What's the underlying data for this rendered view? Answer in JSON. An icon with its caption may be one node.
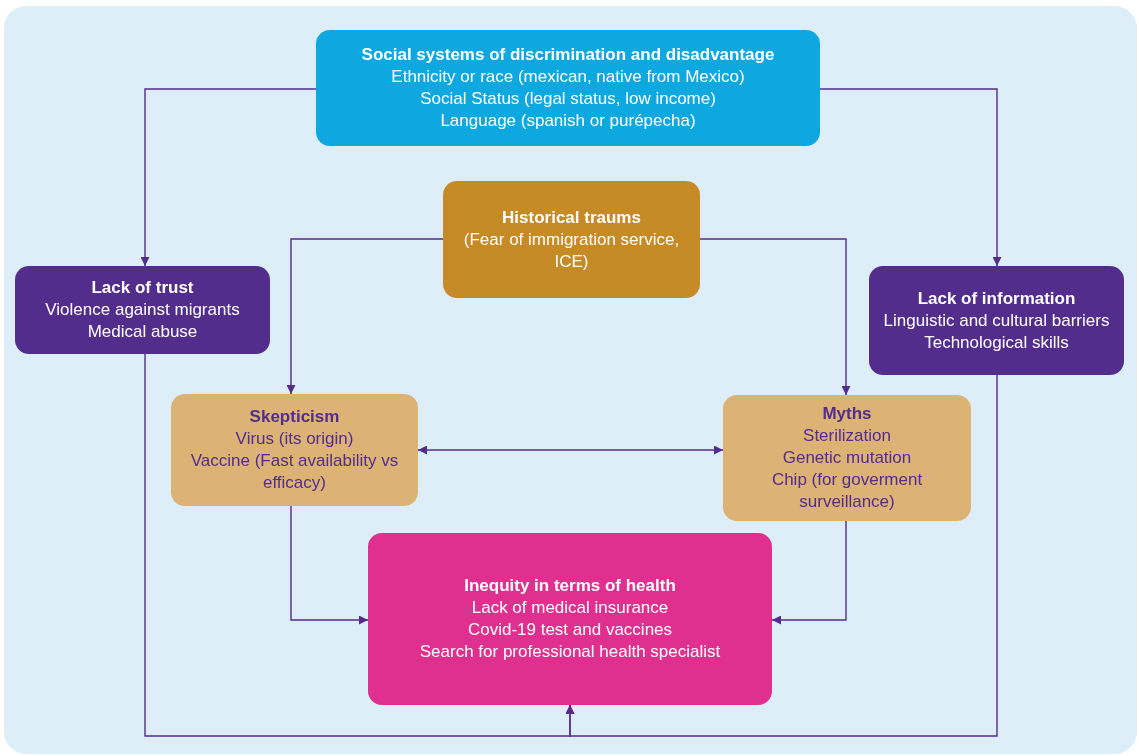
{
  "diagram": {
    "nodes": [
      {
        "text": [
          "Social systems of discrimination and disadvantage",
          "Ethnicity or race (mexican, native from  Mexico)",
          "Social Status (legal status, low income)",
          "Language (spanish or purépecha)"
        ]
      },
      {
        "text": [
          "Historical traums",
          "(Fear of immigration service, ICE)"
        ]
      },
      {
        "text": [
          "Lack of trust",
          "Violence against migrants",
          "Medical abuse"
        ]
      },
      {
        "text": [
          "Lack of information",
          "Linguistic and cultural barriers",
          "Technological skills"
        ]
      },
      {
        "text": [
          "Skepticism",
          "Virus (its origin)",
          "Vaccine (Fast availability vs efficacy)"
        ]
      },
      {
        "text": [
          "Myths",
          "Sterilization",
          "Genetic mutation",
          "Chip (for goverment surveillance)"
        ]
      },
      {
        "text": [
          "Inequity in terms of health",
          "Lack of medical insurance",
          "Covid-19 test and vaccines",
          "Search for professional health specialist"
        ]
      }
    ],
    "edges": [
      {
        "from": 0,
        "to": 2,
        "arrow": "to"
      },
      {
        "from": 0,
        "to": 3,
        "arrow": "to"
      },
      {
        "from": 1,
        "to": 4,
        "arrow": "to"
      },
      {
        "from": 1,
        "to": 5,
        "arrow": "to"
      },
      {
        "from": 4,
        "to": 5,
        "arrow": "both"
      },
      {
        "from": 4,
        "to": 6,
        "arrow": "to"
      },
      {
        "from": 5,
        "to": 6,
        "arrow": "to"
      },
      {
        "from": 2,
        "to": 6,
        "arrow": "to"
      },
      {
        "from": 3,
        "to": 6,
        "arrow": "to"
      }
    ]
  }
}
